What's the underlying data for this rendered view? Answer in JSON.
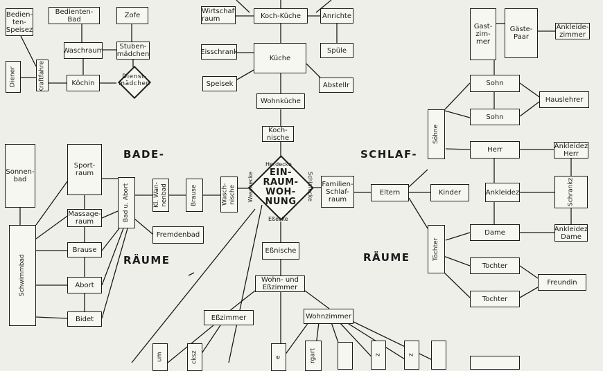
{
  "headings": {
    "bade": "BADE-",
    "raeume_left": "RÄUME",
    "schlaf": "SCHLAF-",
    "raeume_right": "RÄUME"
  },
  "center": {
    "title": "EIN-\nRAUM-\nWOH-\nNUNG",
    "top": "Herdecke",
    "bottom": "Eßecke",
    "left": "Waschecke",
    "right": "Schlafecke"
  },
  "rooms": {
    "bedienten_speisez": "Bedien-\nten-\nSpeisez",
    "bedienten_bad": "Bedienten-Bad",
    "zofe": "Zofe",
    "waschraum": "Waschraum",
    "stubenmaedchen": "Stuben-\nmädchen",
    "diener": "Diener",
    "kraftfahrer": "Kraftfahrer",
    "koechin": "Köchin",
    "dienstmaedchen": "Dienst-\nmädchen",
    "wirtschaftsraum": "Wirtschafts-\nraum",
    "koch_kueche": "Koch-Küche",
    "anrichte": "Anrichte",
    "eisschrank": "Eisschrank",
    "kueche": "Küche",
    "spuele": "Spüle",
    "speisek": "Speisek",
    "abstellr": "Abstellr",
    "wohnkueche": "Wohnküche",
    "kochnische": "Koch-\nnische",
    "gastzimmer": "Gast-\nzim-\nmer",
    "gaeste_paar": "Gäste-\nPaar",
    "ankleidezimmer": "Ankleide-\nzimmer",
    "sohn1": "Sohn",
    "hauslehrer": "Hauslehrer",
    "sohn2": "Sohn",
    "soehne": "Söhne",
    "herr": "Herr",
    "ankleidez_herr": "Ankleidez\nHerr",
    "sonnenbad": "Sonnen-\nbad",
    "sportraum": "Sport-\nraum",
    "bad_u_abort": "Bad u. Abort",
    "kl_wannenbad": "Kl. Wan-\nnenbad",
    "brause_mid": "Brause",
    "waschnische": "Wasch-\nnische",
    "familienschlafraum": "Familien-\nSchlaf-\nraum",
    "eltern": "Eltern",
    "kinder": "Kinder",
    "ankleidez": "Ankleidez",
    "schrankz": "Schrankz",
    "massageraum": "Massage-\nraum",
    "fremdenbad": "Fremdenbad",
    "brause_left": "Brause",
    "schwimmbad": "Schwimmbad",
    "abort": "Abort",
    "bidet": "Bidet",
    "dame": "Dame",
    "ankleidez_dame": "Ankleidez\nDame",
    "toechter": "Töchter",
    "tochter1": "Tochter",
    "freundin": "Freundin",
    "tochter2": "Tochter",
    "essnische": "Eßnische",
    "wohn_esszimmer": "Wohn- und\nEßzimmer",
    "esszimmer": "Eßzimmer",
    "wohnzimmer": "Wohnzimmer",
    "bottom_a": "um",
    "bottom_b": "cksz",
    "bottom_c": "e",
    "bottom_d": "rgart",
    "bottom_e": "z",
    "bottom_f": "z"
  }
}
